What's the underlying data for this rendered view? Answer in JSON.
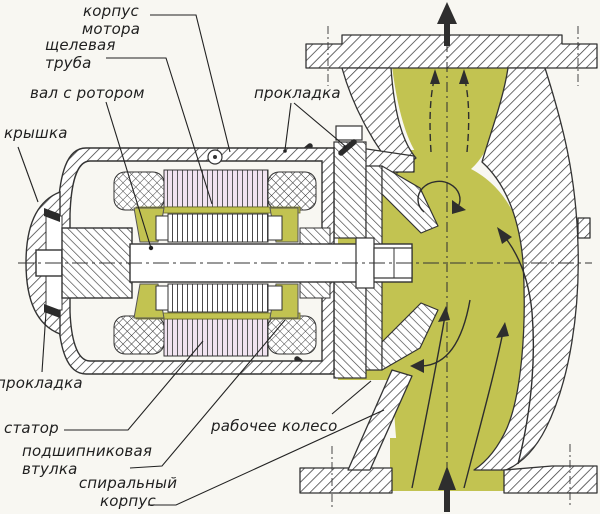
{
  "diagram": {
    "subject": "centrifugal-pump-cross-section",
    "language": "ru",
    "labels": {
      "motor_housing": "корпус\nмотора",
      "slot_tube": "щелевая\nтруба",
      "shaft_with_rotor": "вал с ротором",
      "gasket_top": "прокладка",
      "cover": "крышка",
      "gasket_left": "прокладка",
      "stator": "статор",
      "bearing_bushing": "подшипниковая\nвтулка",
      "spiral_housing": "спиральный\nкорпус",
      "impeller": "рабочее колесо"
    },
    "colors": {
      "flow": "#c2c351",
      "stator_core": "#f1e3f0",
      "line": "#333333",
      "arrow": "#2e2e2e",
      "background": "#f8f7f2"
    }
  }
}
